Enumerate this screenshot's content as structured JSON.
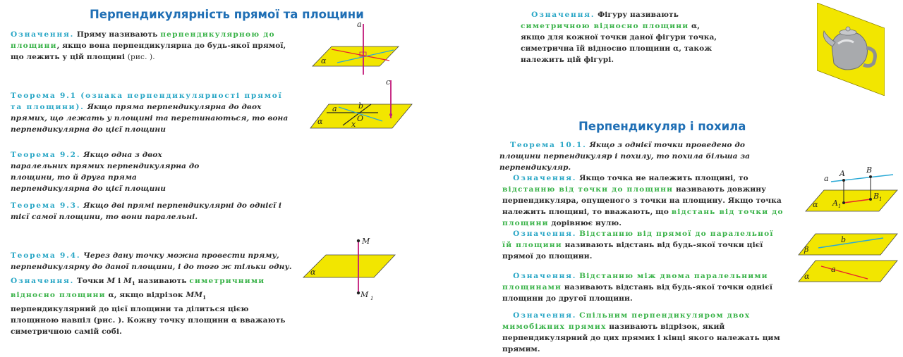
{
  "left": {
    "title": "Перпендикулярність прямої та площини",
    "def1": {
      "label": "Означення.",
      "t1": "Пряму називають",
      "term": "перпендикулярною до площини",
      "t2": ", якщо вона перпендикулярна до будь-якої прямої, що лежить у цій площині",
      "ref": "(рис. )."
    },
    "th91": {
      "label": "Теорема 9.1 (ознака перпендикулярності прямої та площини).",
      "body": "Якщо пряма перпендикулярна до двох прямих, що лежать у площині та перетинаються, то вона перпендикулярна до цієї площини"
    },
    "th92": {
      "label": "Теорема 9.2.",
      "body": "Якщо одна з двох паралельних прямих перпендикулярна до площини, то й друга пряма перпендикулярна до цієї площини"
    },
    "th93": {
      "label": "Теорема 9.3.",
      "body": "Якщо дві прямі перпендикулярні до однієї і тієї самої площини, то вони паралельні."
    },
    "th94": {
      "label": "Теорема 9.4.",
      "body": "Через дану точку можна провести пряму, перпендикулярну до даної площини, і до того ж тільки одну."
    },
    "def2": {
      "label": "Означення.",
      "t1": "Точки",
      "m": "M",
      "and": "і",
      "m1": "M",
      "sub1": "1",
      "t2": "називають",
      "term": "симетричними відносно площини",
      "alpha": "α",
      "t3": ", якщо відрізок",
      "mm1": "MM",
      "t4": "перпендикулярний до цієї площини та ділиться цією площиною навпіл (рис. ).   Кожну точку площини α вважають симетричною самій собі."
    }
  },
  "right": {
    "def_sym": {
      "label": "Означення.",
      "t1": "Фігуру називають",
      "term": "симетричною відносно площини",
      "t2": "α, якщо для кожної точки даної фігури точка, симетрична їй відносно площини α, також належить цій фігурі."
    },
    "title": "Перпендикуляр і похила",
    "th101": {
      "label": "Теорема 10.1.",
      "body": "Якщо з однієї точки проведено до площини перпендикуляр і похилу, то похила більша за перпендикуляр."
    },
    "def_dist_point": {
      "label": "Означення.",
      "t1": "Якщо точка не належить площині, то",
      "term1": "відстанню від точки до площини",
      "t2": "називають довжину перпендикуляра, опущеного з точки на площину. Якщо точка належить площині, то вважають, що",
      "term2": "відстань від точки до площини",
      "t3": "дорівнює нулю."
    },
    "def_dist_line": {
      "label": "Означення.",
      "term": "Відстанню від прямої до паралельної їй площини",
      "t1": "називають відстань від будь-якої точки цієї прямої до площини."
    },
    "def_dist_planes": {
      "label": "Означення.",
      "term": "Відстанню між двома паралельними площинами",
      "t1": "називають відстань від будь-якої точки однієї площини до другої площини."
    },
    "def_common_perp": {
      "label": "Означення.",
      "term": "Спільним перпендикуляром двох мимобіжних прямих",
      "t1": "називають відрізок, який перпендикулярний до цих прямих і кінці якого належать цим прямим."
    }
  },
  "figures": {
    "f1": {
      "a": "a",
      "alpha": "α"
    },
    "f2": {
      "c": "c",
      "a": "a",
      "b": "b",
      "o": "O",
      "x": "x",
      "alpha": "α"
    },
    "f3": {
      "m": "M",
      "m1": "M",
      "sub": "1",
      "alpha": "α"
    },
    "f4": {
      "a": "a",
      "A": "A",
      "B": "B",
      "A1": "A",
      "B1": "B",
      "sub": "1",
      "alpha": "α"
    },
    "f5": {
      "b": "b",
      "beta": "β",
      "a": "a",
      "alpha": "α"
    }
  },
  "colors": {
    "heading": "#1f6fb5",
    "label": "#2aa7c6",
    "term": "#3bb34a",
    "plane": "#f2e600",
    "perp": "#c2187a",
    "red": "#e8242c",
    "cyan": "#29a9d6"
  }
}
